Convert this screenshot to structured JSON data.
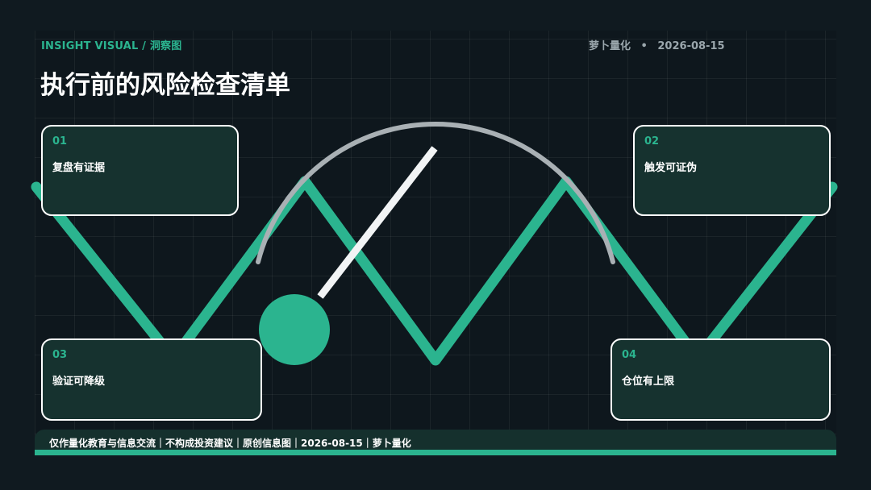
{
  "header": {
    "brand": "INSIGHT VISUAL / 洞察图",
    "author": "萝卜量化",
    "separator": "•",
    "date": "2026-08-15",
    "title": "执行前的风险检查清单"
  },
  "cards": [
    {
      "number": "01",
      "label": "复盘有证据"
    },
    {
      "number": "02",
      "label": "触发可证伪"
    },
    {
      "number": "03",
      "label": "验证可降级"
    },
    {
      "number": "04",
      "label": "仓位有上限"
    }
  ],
  "footer": {
    "text": "仅作量化教育与信息交流｜不构成投资建议｜原创信息图｜2026-08-15｜萝卜量化"
  },
  "colors": {
    "background": "#101a20",
    "accent": "#2bb48f",
    "card_fill": "#16322f",
    "arc": "#a9b0b4",
    "needle": "#f2f4f5"
  }
}
